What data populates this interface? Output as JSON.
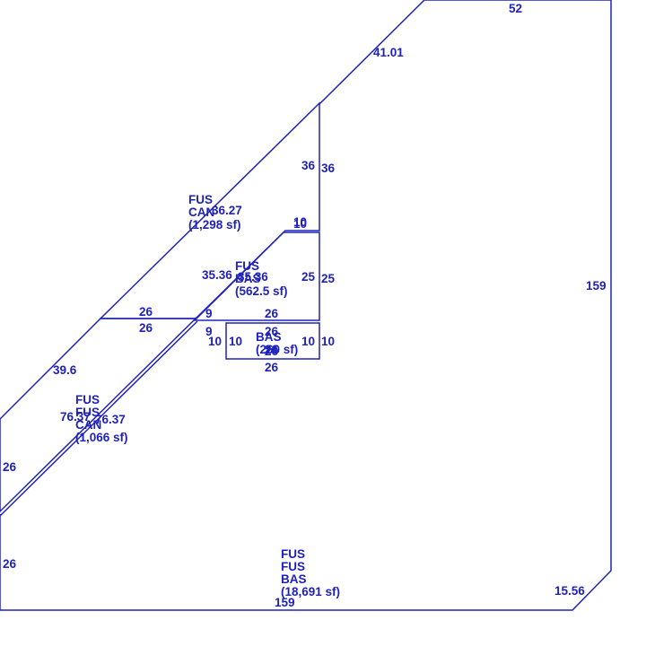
{
  "colors": {
    "line": "#1f22b8",
    "text": "#1f22b8",
    "background": "#ffffff"
  },
  "dimensions": {
    "outer_top": "52",
    "outer_diag_top": "41.01",
    "outer_right": "159",
    "outer_corner": "15.56",
    "outer_bottom": "159",
    "left_lower": "26",
    "left_upper": "26",
    "left_diag": "39.6",
    "can_diag": "36.27",
    "can_right_inner": "36",
    "can_right_outer": "36",
    "can_bottom_top": "26",
    "can_bottom_bottom": "26",
    "bas_top_a": "10",
    "bas_top_b": "10",
    "bas_diag_a": "35.36",
    "bas_diag_b": "35.36",
    "bas_right_inner": "25",
    "bas_right_outer": "25",
    "bas_bottom_short_a": "9",
    "bas_bottom_short_b": "9",
    "bas_bottom_a": "26",
    "bas_bottom_b": "26",
    "small_top": "26",
    "small_left_a": "10",
    "small_left_b": "10",
    "small_right_a": "10",
    "small_right_b": "10",
    "small_bottom_a": "26",
    "small_bottom_b": "26",
    "lower_diag_a": "76.37",
    "lower_diag_b": "76.37"
  },
  "areas": {
    "main": {
      "line1": "FUS",
      "line2": "FUS",
      "line3": "BAS",
      "area": "(18,691 sf)"
    },
    "can_upper": {
      "line1": "FUS",
      "line2": "CAN",
      "area": "(1,298 sf)"
    },
    "bas_upper": {
      "line1": "FUS",
      "line2": "BAS",
      "area": "(562.5 sf)"
    },
    "bas_small": {
      "line1": "BAS",
      "area": "(260 sf)"
    },
    "can_lower": {
      "line1": "FUS",
      "line2": "FUS",
      "line3": "CAN",
      "area": "(1,066 sf)"
    }
  }
}
